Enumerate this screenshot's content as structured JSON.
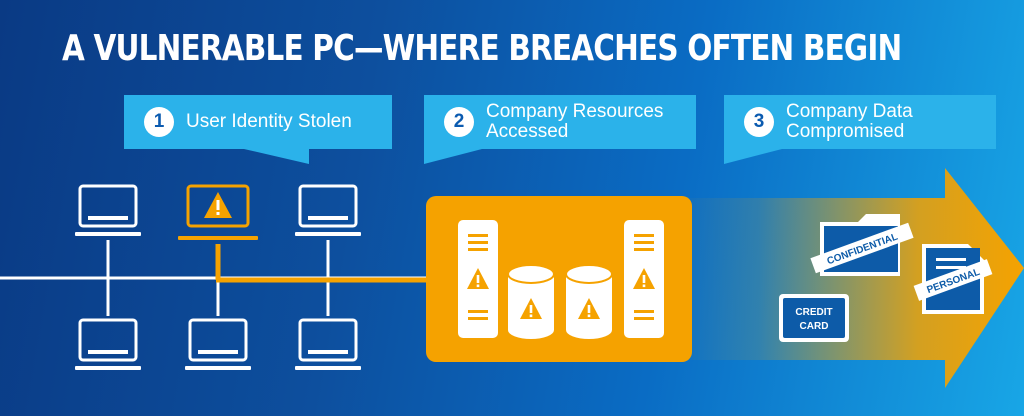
{
  "title": "A VULNERABLE PC—WHERE BREACHES OFTEN BEGIN",
  "steps": [
    {
      "number": "1",
      "label": "User Identity Stolen"
    },
    {
      "number": "2",
      "label": "Company Resources\nAccessed"
    },
    {
      "number": "3",
      "label": "Company Data\nCompromised"
    }
  ],
  "documents": {
    "confidential": "CONFIDENTIAL",
    "personal": "PERSONAL",
    "credit_card_line1": "CREDIT",
    "credit_card_line2": "CARD"
  },
  "colors": {
    "background_dark": "#0a3a84",
    "background_light": "#18a6e6",
    "step_box": "#2bb2ea",
    "breach_orange": "#f5a200",
    "icon_white": "#ffffff"
  },
  "icons": {
    "pc": "laptop-icon",
    "compromised_pc": "warning-laptop-icon",
    "server": "server-warning-icon",
    "database": "database-warning-icon"
  }
}
